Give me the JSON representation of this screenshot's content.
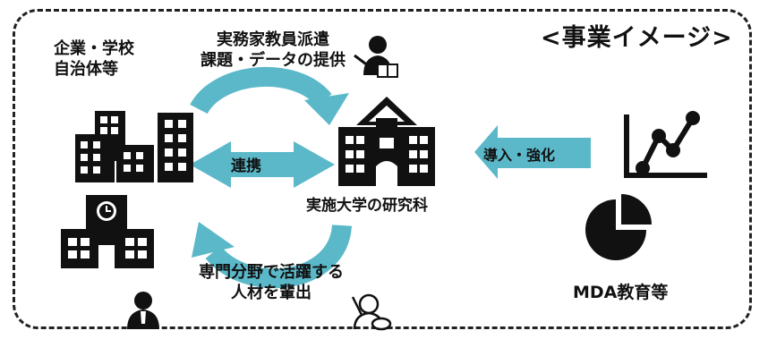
{
  "title": "<事業イメージ>",
  "company_label": [
    "企業・学校",
    "自治体等"
  ],
  "dispatch_label": [
    "実務家教員派遣",
    "課題・データの提供"
  ],
  "collab_label": "連携",
  "intro_label": "導入・強化",
  "university_label": "実施大学の研究科",
  "talent_label": [
    "専門分野で活躍する",
    "人材を輩出"
  ],
  "mda_label": "MDA教育等",
  "colors": {
    "arrow": "#5bb8c9",
    "icon": "#111111",
    "border": "#222222"
  },
  "icons": [
    "office-buildings-icon",
    "school-clock-icon",
    "university-icon",
    "line-chart-icon",
    "pie-chart-icon",
    "teacher-icon",
    "businessman-icon",
    "artist-icon"
  ]
}
